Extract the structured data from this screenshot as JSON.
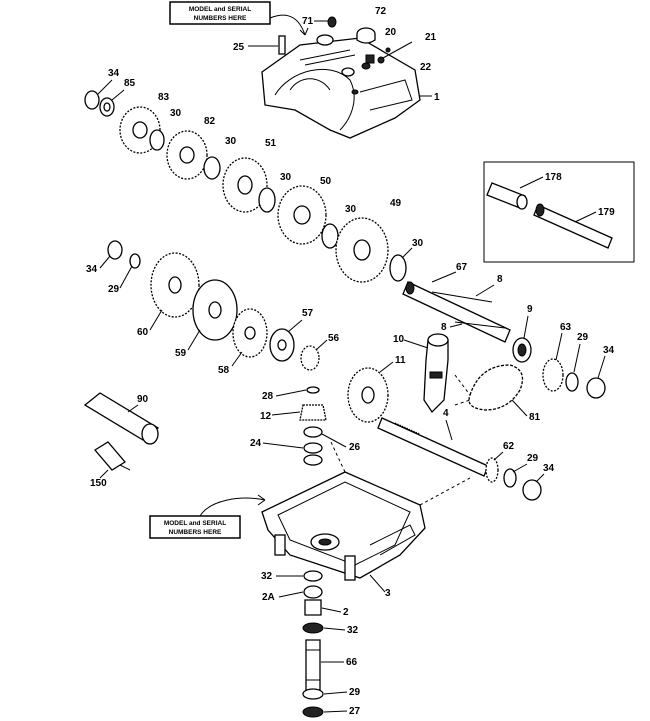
{
  "callouts": {
    "top": {
      "line1": "MODEL and SERIAL",
      "line2": "NUMBERS HERE"
    },
    "bottom": {
      "line1": "MODEL and SERIAL",
      "line2": "NUMBERS HERE"
    }
  },
  "parts": {
    "p71": "71",
    "p72": "72",
    "p20": "20",
    "p21": "21",
    "p22": "22",
    "p25": "25",
    "p1": "1",
    "p34a": "34",
    "p85": "85",
    "p83": "83",
    "p30a": "30",
    "p82a": "82",
    "p30b": "30",
    "p51": "51",
    "p30c": "30",
    "p50": "50",
    "p30d": "30",
    "p49": "49",
    "p30e": "30",
    "p178": "178",
    "p179": "179",
    "p34b": "34",
    "p29a": "29",
    "p60": "60",
    "p59": "59",
    "p58": "58",
    "p57": "57",
    "p56": "56",
    "p67": "67",
    "p8a": "8",
    "p9": "9",
    "p8b": "8",
    "p10": "10",
    "p11": "11",
    "p63": "63",
    "p29b": "29",
    "p34c": "34",
    "p81": "81",
    "p90": "90",
    "p28": "28",
    "p12": "12",
    "p24": "24",
    "p26": "26",
    "p4": "4",
    "p150": "150",
    "p62": "62",
    "p29c": "29",
    "p34d": "34",
    "p3": "3",
    "p32a": "32",
    "p2A": "2A",
    "p2": "2",
    "p32b": "32",
    "p66": "66",
    "p29d": "29",
    "p27": "27"
  }
}
